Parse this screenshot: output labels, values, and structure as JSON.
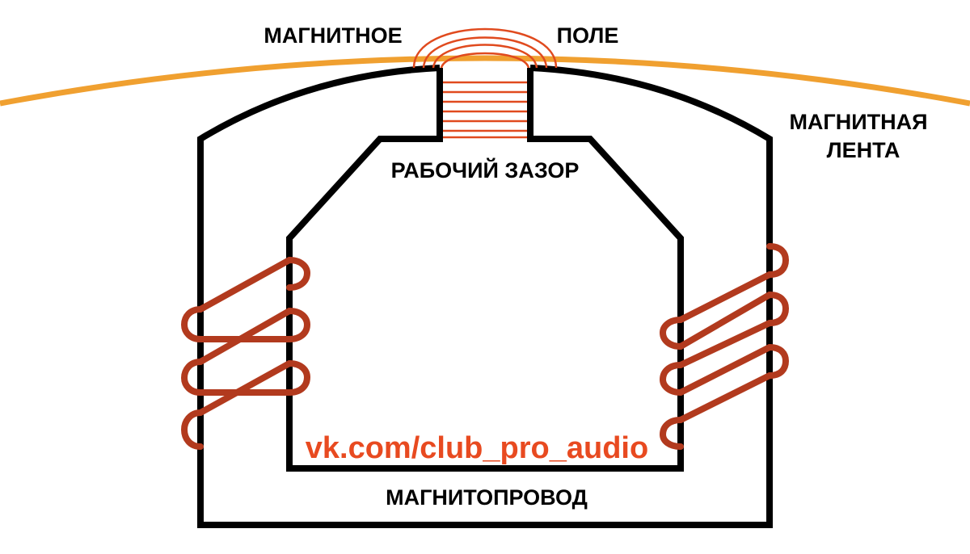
{
  "labels": {
    "field_left": "МАГНИТНОЕ",
    "field_right": "ПОЛЕ",
    "tape_line1": "МАГНИТНАЯ",
    "tape_line2": "ЛЕНТА",
    "gap": "РАБОЧИЙ ЗАЗОР",
    "core": "МАГНИТОПРОВОД",
    "watermark": "vk.com/club_pro_audio"
  },
  "colors": {
    "tape": "#F0A030",
    "core": "#000000",
    "field": "#E04A1E",
    "coil": "#B23A1E",
    "watermark": "#E84A20"
  }
}
